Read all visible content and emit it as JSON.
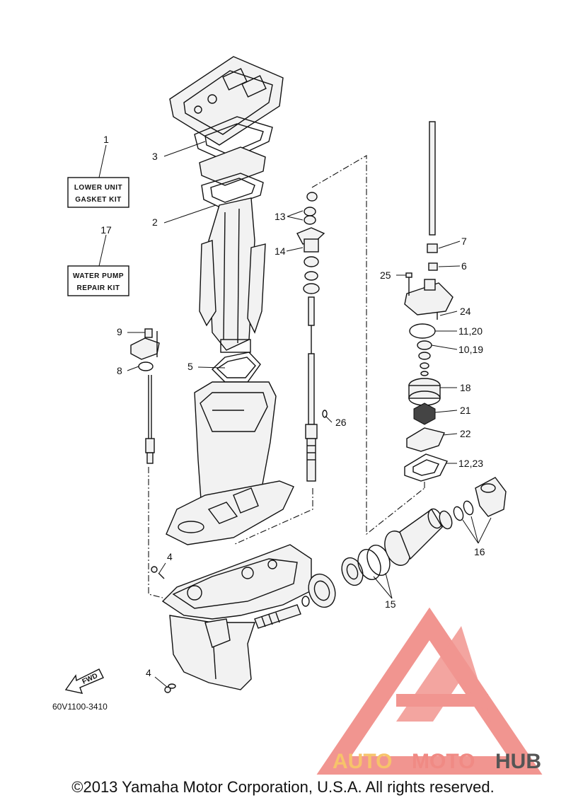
{
  "diagram_code": "60V1100-3410",
  "copyright": "©2013 Yamaha Motor Corporation, U.S.A. All rights reserved.",
  "fwd_label": "FWD",
  "kits": [
    {
      "number": "1",
      "lines": [
        "LOWER UNIT",
        "GASKET KIT"
      ]
    },
    {
      "number": "17",
      "lines": [
        "WATER PUMP",
        "REPAIR KIT"
      ]
    }
  ],
  "callouts": [
    "2",
    "3",
    "4",
    "4",
    "5",
    "6",
    "7",
    "8",
    "9",
    "10,19",
    "11,20",
    "12,23",
    "13",
    "14",
    "15",
    "16",
    "18",
    "21",
    "22",
    "24",
    "25",
    "26"
  ],
  "watermark": {
    "name_part1": "AUTO",
    "name_part2": "MOTO",
    "name_part3": "HUB",
    "color_primary": "#f08a84",
    "color_secondary": "#f7c36a",
    "color_text_dark": "#555555"
  }
}
